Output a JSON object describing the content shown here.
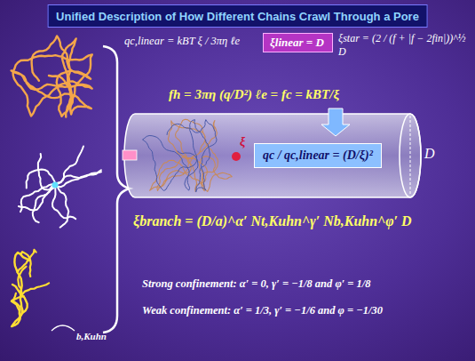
{
  "diagram": {
    "title": "Unified Description of How Different Chains Crawl Through a Pore",
    "nodes": [
      {
        "text": [
          "ξlinear = D"
        ]
      },
      {
        "text": [
          "qc / qc,linear = (D/ξ)²"
        ]
      }
    ],
    "labels": [
      "qc,linear = kBT ξ / 3πη ℓe",
      "ξstar = (2 / (f + |f − 2fin|))^½ D",
      "fh = 3πη (q/D²) ℓe = fc = kBT/ξ",
      "ξ",
      "D",
      "ξbranch = (D/a)^α′ Nt,Kuhn^γ′ Nb,Kuhn^φ′ D",
      "Strong confinement: α′ = 0, γ′ = −1/8 and φ′ = 1/8",
      "Weak confinement: α′ = 1/3, γ′ = −1/6 and φ = −1/30",
      "b,Kuhn"
    ]
  }
}
